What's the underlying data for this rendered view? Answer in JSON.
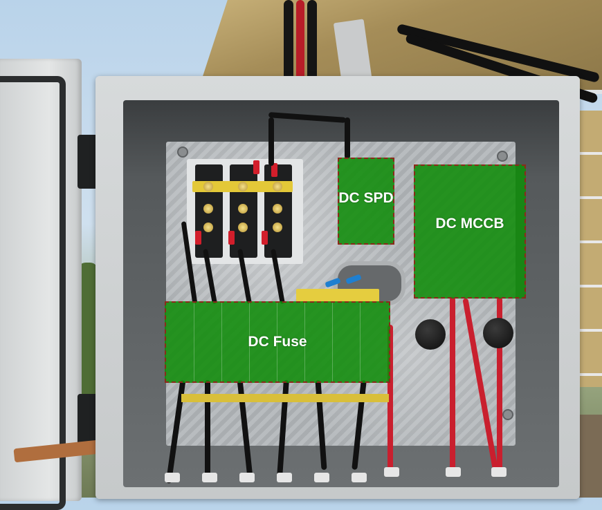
{
  "labels": {
    "dc_spd": "DC SPD",
    "dc_mccb": "DC MCCB",
    "dc_fuse": "DC Fuse"
  },
  "colors": {
    "overlay_green": "#108c0a",
    "overlay_border": "#8a2a1a",
    "label_text": "#ffffff",
    "enclosure": "#d7dadb",
    "busbar_yellow": "#e3c838",
    "wire_red": "#c91f2e"
  }
}
